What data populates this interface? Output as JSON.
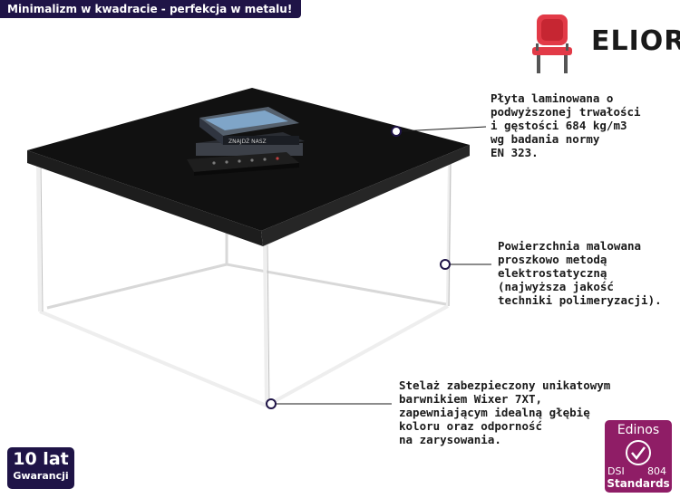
{
  "headline": "Minimalizm w kwadracie - perfekcja w metalu!",
  "brand": {
    "name": "ELIOR",
    "accent_color": "#e23a47",
    "icon": "chair-icon"
  },
  "product": {
    "tabletop_color": "#111111",
    "frame_color": "#ffffff",
    "props": [
      "books-icon",
      "remote-control-icon"
    ],
    "book_spine_text": "ZNAJDŹ NASZ"
  },
  "callouts": [
    {
      "id": "tabletop",
      "lines": [
        "Płyta laminowana o",
        "podwyższonej trwałości",
        "i gęstości 684 kg/m3",
        "wg badania normy",
        "EN 323."
      ]
    },
    {
      "id": "paint",
      "lines": [
        "Powierzchnia malowana",
        "proszkowo metodą",
        "elektrostatyczną",
        "(najwyższa jakość",
        "techniki polimeryzacji)."
      ]
    },
    {
      "id": "frame",
      "lines": [
        "Stelaż zabezpieczony unikatowym",
        "barwnikiem Wixer 7XT,",
        "zapewniającym idealną głębię",
        "koloru oraz odporność",
        "na zarysowania."
      ]
    }
  ],
  "warranty": {
    "big": "10 lat",
    "small": "Gwarancji",
    "color": "#1f1447"
  },
  "certificate": {
    "top": "Edinos",
    "left": "DSI",
    "right": "804",
    "bottom": "Standards",
    "color": "#8f1d66"
  }
}
